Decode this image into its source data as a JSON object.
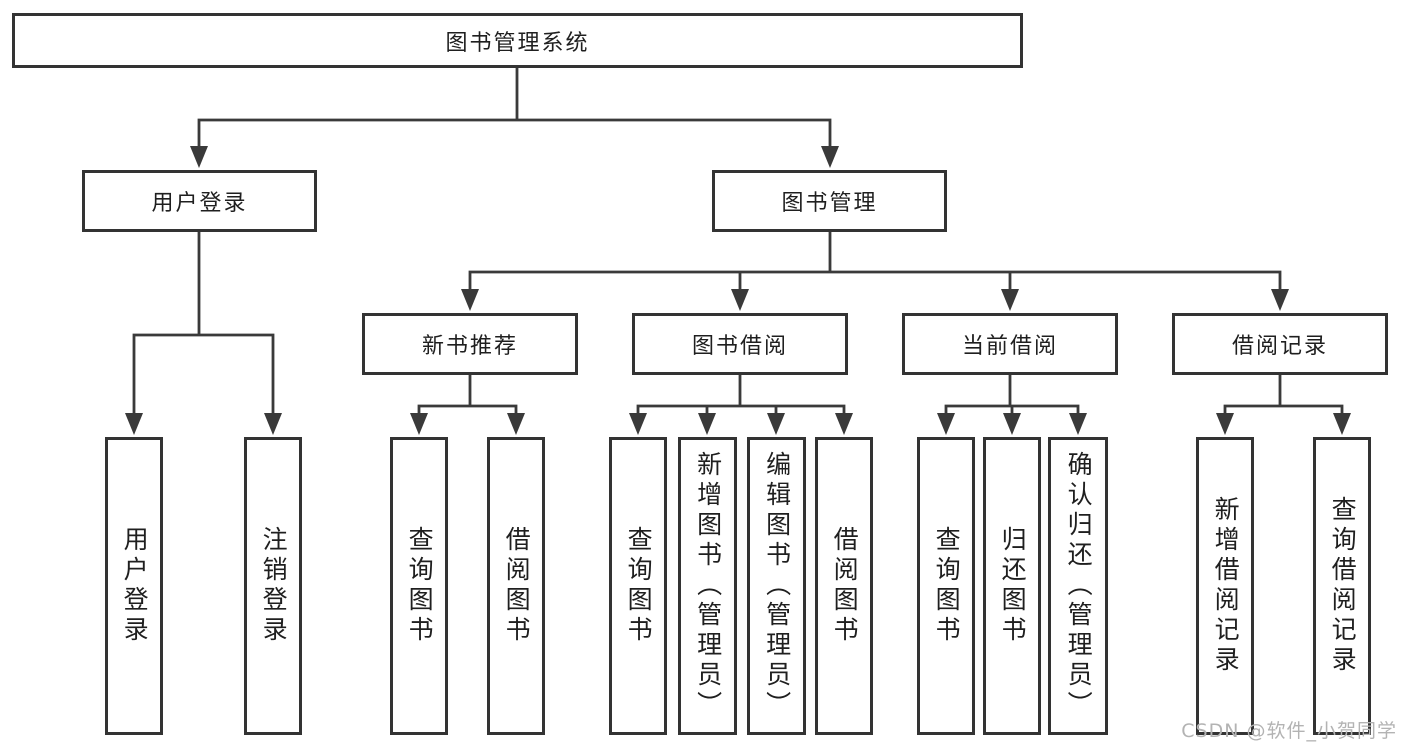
{
  "tree": {
    "label": "图书管理系统",
    "children": [
      {
        "label": "用户登录",
        "children": [
          {
            "label": "用户登录"
          },
          {
            "label": "注销登录"
          }
        ]
      },
      {
        "label": "图书管理",
        "children": [
          {
            "label": "新书推荐",
            "children": [
              {
                "label": "查询图书"
              },
              {
                "label": "借阅图书"
              }
            ]
          },
          {
            "label": "图书借阅",
            "children": [
              {
                "label": "查询图书"
              },
              {
                "label": "新增图书（管理员）"
              },
              {
                "label": "编辑图书（管理员）"
              },
              {
                "label": "借阅图书"
              }
            ]
          },
          {
            "label": "当前借阅",
            "children": [
              {
                "label": "查询图书"
              },
              {
                "label": "归还图书"
              },
              {
                "label": "确认归还（管理员）"
              }
            ]
          },
          {
            "label": "借阅记录",
            "children": [
              {
                "label": "新增借阅记录"
              },
              {
                "label": "查询借阅记录"
              }
            ]
          }
        ]
      }
    ]
  },
  "watermark": {
    "text": "CSDN @软件_小贺同学"
  },
  "colors": {
    "line": "#3a3a3a",
    "box_border": "#333333",
    "text": "#1f1f1f",
    "background": "#ffffff",
    "watermark": "#b3b3b3"
  }
}
